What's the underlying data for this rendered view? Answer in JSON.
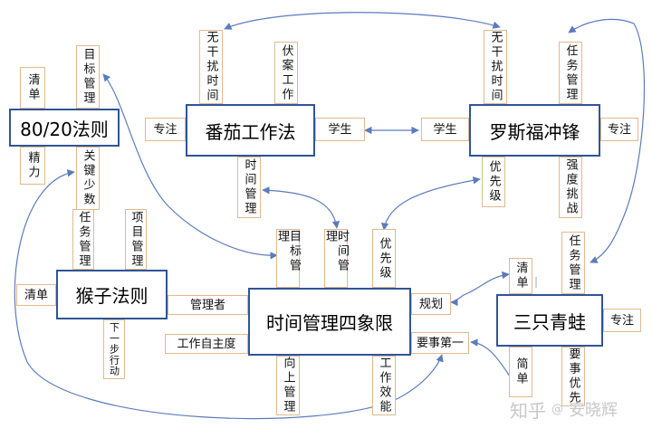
{
  "main_nodes": {
    "law_8020": "80/20法则",
    "pomodoro": "番茄工作法",
    "rosefu": "罗斯福冲锋",
    "monkey": "猴子法则",
    "quadrant": "时间管理四象限",
    "three_frogs": "三只青蛙"
  },
  "tags": {
    "t_8020_list": "清单",
    "t_8020_energy": "精力",
    "t_8020_goal": "目标管理",
    "t_8020_key_few": "关键少数",
    "t_pomo_no_disturb": "无干扰时间",
    "t_pomo_desk_work": "伏案工作",
    "t_pomo_focus": "专注",
    "t_pomo_student": "学生",
    "t_pomo_time_mgmt": "时间管理",
    "t_ros_no_disturb": "无干扰时间",
    "t_ros_task_mgmt": "任务管理",
    "t_ros_student": "学生",
    "t_ros_focus": "专注",
    "t_ros_priority": "优先级",
    "t_ros_intensity": "强度挑战",
    "t_monkey_task_mgmt": "任务管理",
    "t_monkey_project_mgmt": "项目管理",
    "t_monkey_list": "清单",
    "t_monkey_manager": "管理者",
    "t_monkey_next_step": "下一步行动",
    "t_quad_goal": "目标管理",
    "t_quad_time_mgmt": "时间管理",
    "t_quad_priority": "优先级",
    "t_quad_planning": "规划",
    "t_quad_work_autonomy": "工作自主度",
    "t_quad_upward": "向上管理",
    "t_quad_efficiency": "工作效能",
    "t_quad_first_things": "要事第一",
    "t_frog_task_mgmt": "任务管理",
    "t_frog_list": "清单",
    "t_frog_focus": "专注",
    "t_frog_simple": "简单",
    "t_frog_priority": "要事优先"
  },
  "watermark": {
    "site": "知乎",
    "at": "@",
    "author": "安晓辉"
  },
  "colors": {
    "main_border": "#2f5597",
    "tag_border": "#e0b98f",
    "arrow": "#5b7bbf"
  }
}
